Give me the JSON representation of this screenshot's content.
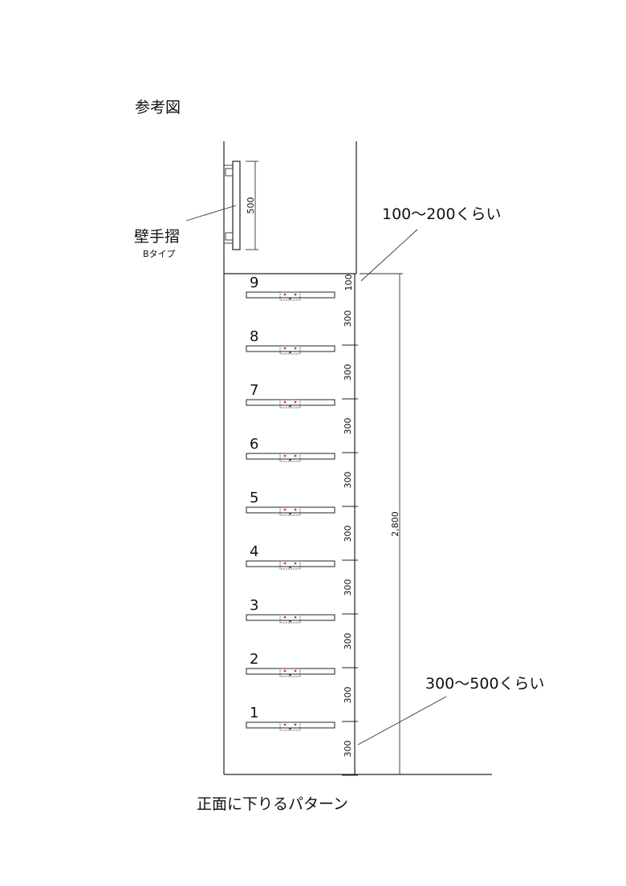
{
  "title": "参考図",
  "wall_rail": {
    "label": "壁手摺",
    "type": "Bタイプ",
    "length": "500"
  },
  "top_note": "100〜200くらい",
  "bottom_note": "300〜500くらい",
  "caption": "正面に下りるパターン",
  "total_dimension": "2,800",
  "top_gap": "100",
  "steps": [
    {
      "number": "9",
      "gap": "300"
    },
    {
      "number": "8",
      "gap": "300"
    },
    {
      "number": "7",
      "gap": "300"
    },
    {
      "number": "6",
      "gap": "300"
    },
    {
      "number": "5",
      "gap": "300"
    },
    {
      "number": "4",
      "gap": "300"
    },
    {
      "number": "3",
      "gap": "300"
    },
    {
      "number": "2",
      "gap": "300"
    },
    {
      "number": "1",
      "gap": "300"
    }
  ],
  "colors": {
    "line": "#222222",
    "accent": "#d04040"
  }
}
